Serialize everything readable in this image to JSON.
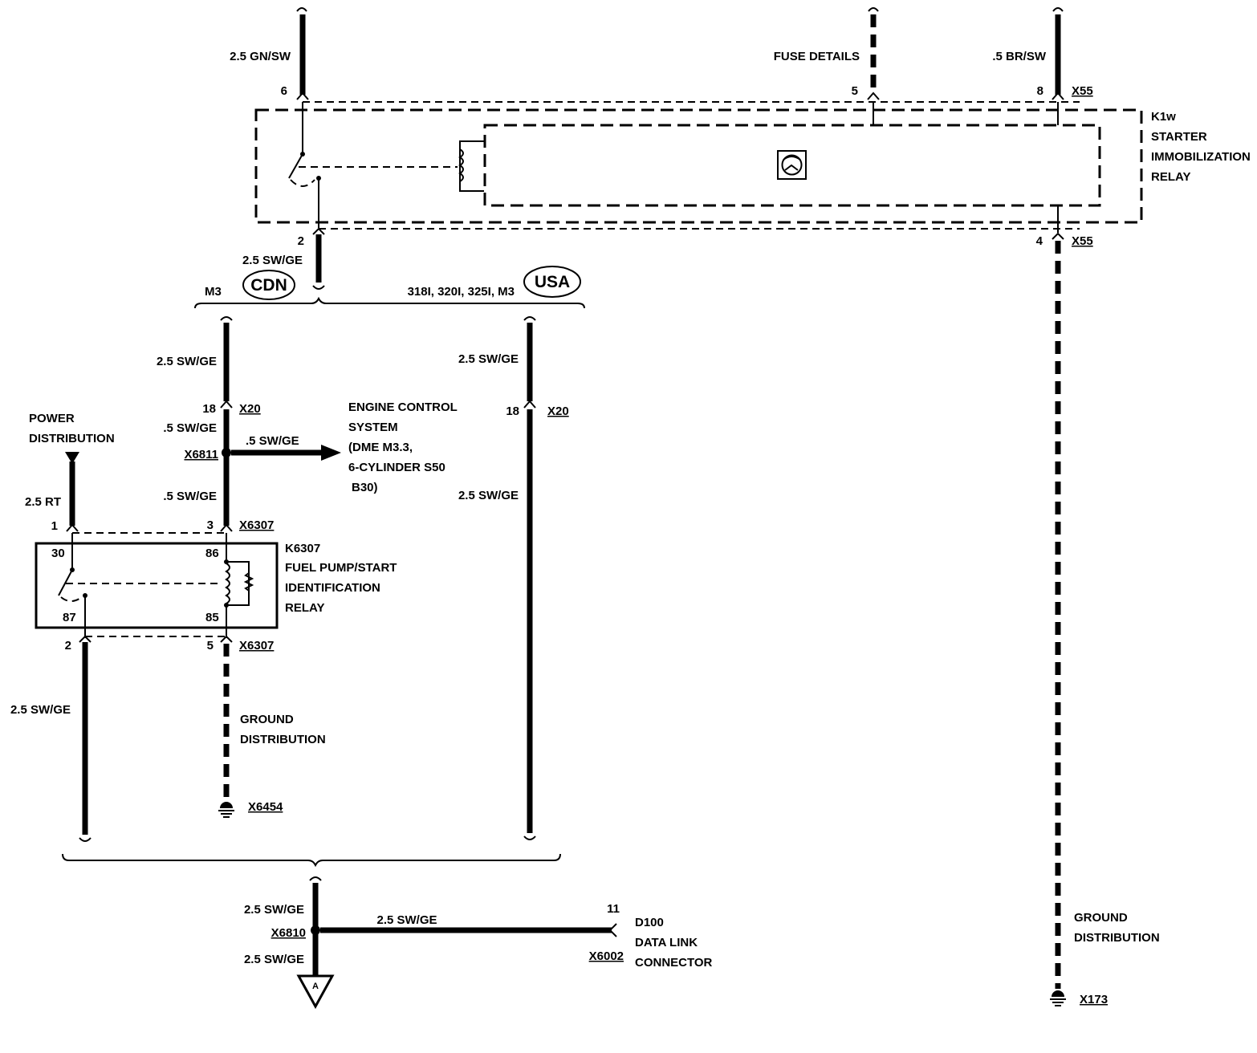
{
  "top": {
    "wire_6": "2.5 GN/SW",
    "fuse": "FUSE DETAILS",
    "wire_8": ".5 BR/SW",
    "pin_6": "6",
    "pin_5": "5",
    "pin_8": "8",
    "conn_top": "X55"
  },
  "k1w": {
    "id": "K1w",
    "line1": "STARTER",
    "line2": "IMMOBILIZATION",
    "line3": "RELAY",
    "pin_2": "2",
    "pin_4": "4",
    "conn_bottom": "X55"
  },
  "split": {
    "wire": "2.5 SW/GE",
    "left_label": "M3",
    "left_badge": "CDN",
    "right_label": "318I, 320I, 325I, M3",
    "right_badge": "USA"
  },
  "left_branch": {
    "wire_a": "2.5 SW/GE",
    "pin_18": "18",
    "conn_x20": "X20",
    "wire_b": ".5 SW/GE",
    "splice": "X6811",
    "branch_wire": ".5 SW/GE",
    "wire_c": ".5 SW/GE",
    "pin_3": "3",
    "conn_x6307": "X6307"
  },
  "engine": {
    "line1": "ENGINE CONTROL",
    "line2": "SYSTEM",
    "line3": "(DME M3.3,",
    "line4": "6-CYLINDER S50",
    "line5": "B30)"
  },
  "right_branch": {
    "wire_a": "2.5 SW/GE",
    "pin_18": "18",
    "conn_x20": "X20",
    "wire_b": "2.5 SW/GE"
  },
  "power": {
    "line1": "POWER",
    "line2": "DISTRIBUTION",
    "wire": "2.5 RT",
    "pin_1": "1"
  },
  "k6307": {
    "id": "K6307",
    "line1": "FUEL PUMP/START",
    "line2": "IDENTIFICATION",
    "line3": "RELAY",
    "t30": "30",
    "t86": "86",
    "t87": "87",
    "t85": "85",
    "pin_2": "2",
    "pin_5": "5",
    "conn": "X6307"
  },
  "lower": {
    "left_wire": "2.5 SW/GE",
    "ground1": "GROUND",
    "ground2": "DISTRIBUTION",
    "ground_conn": "X6454",
    "merge_wire_top": "2.5 SW/GE",
    "splice": "X6810",
    "merge_wire_bottom": "2.5 SW/GE",
    "dlc_wire": "2.5 SW/GE",
    "dlc_pin": "11",
    "dlc_conn": "X6002",
    "dlc_id": "D100",
    "dlc_line1": "DATA LINK",
    "dlc_line2": "CONNECTOR",
    "arrow_label": "A"
  },
  "ground_right": {
    "line1": "GROUND",
    "line2": "DISTRIBUTION",
    "conn": "X173"
  }
}
